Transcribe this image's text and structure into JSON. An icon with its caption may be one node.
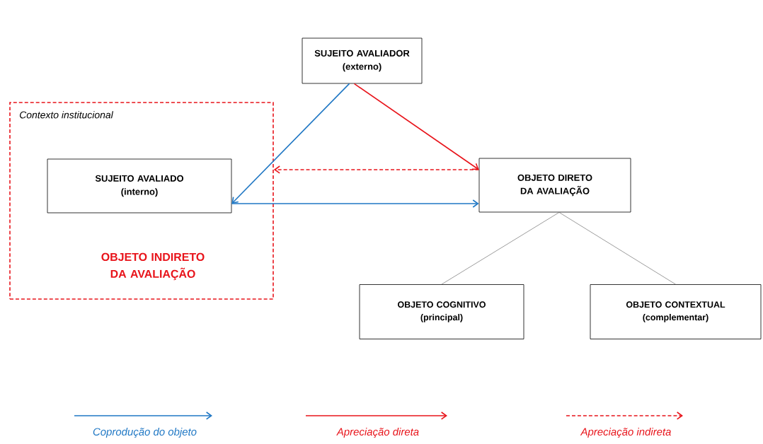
{
  "diagram": {
    "nodes": [
      {
        "text": [
          "SUJEITO AVALIADOR",
          "(externo)"
        ]
      },
      {
        "text": [
          "Contexto institucional",
          "OBJETO INDIRETO DA AVALIAÇÃO"
        ]
      },
      {
        "text": [
          "SUJEITO AVALIADO",
          "(interno)"
        ],
        "in": 1
      },
      {
        "text": [
          "OBJETO DIRETO DA AVALIAÇÃO"
        ]
      },
      {
        "text": [
          "OBJETO COGNITIVO",
          "(principal)"
        ]
      },
      {
        "text": [
          "OBJETO CONTEXTUAL",
          "(complementar)"
        ]
      }
    ],
    "edges": [
      {
        "from": 0,
        "to": 2,
        "arrow": "to",
        "color": "#1f77c4"
      },
      {
        "from": 0,
        "to": 3,
        "arrow": "to",
        "color": "#e8141b"
      },
      {
        "from": 3,
        "to": 1,
        "arrow": "to",
        "style": "dashed",
        "color": "#e8141b"
      },
      {
        "from": 2,
        "to": 3,
        "arrow": "to",
        "color": "#1f77c4"
      },
      {
        "from": 3,
        "to": 4,
        "arrow": "none",
        "color": "#595959"
      },
      {
        "from": 3,
        "to": 5,
        "arrow": "none",
        "color": "#595959"
      }
    ],
    "legend": [
      {
        "text": "Coprodução do objeto"
      },
      {
        "text": "Apreciação direta"
      },
      {
        "text": "Apreciação indireta"
      }
    ]
  }
}
